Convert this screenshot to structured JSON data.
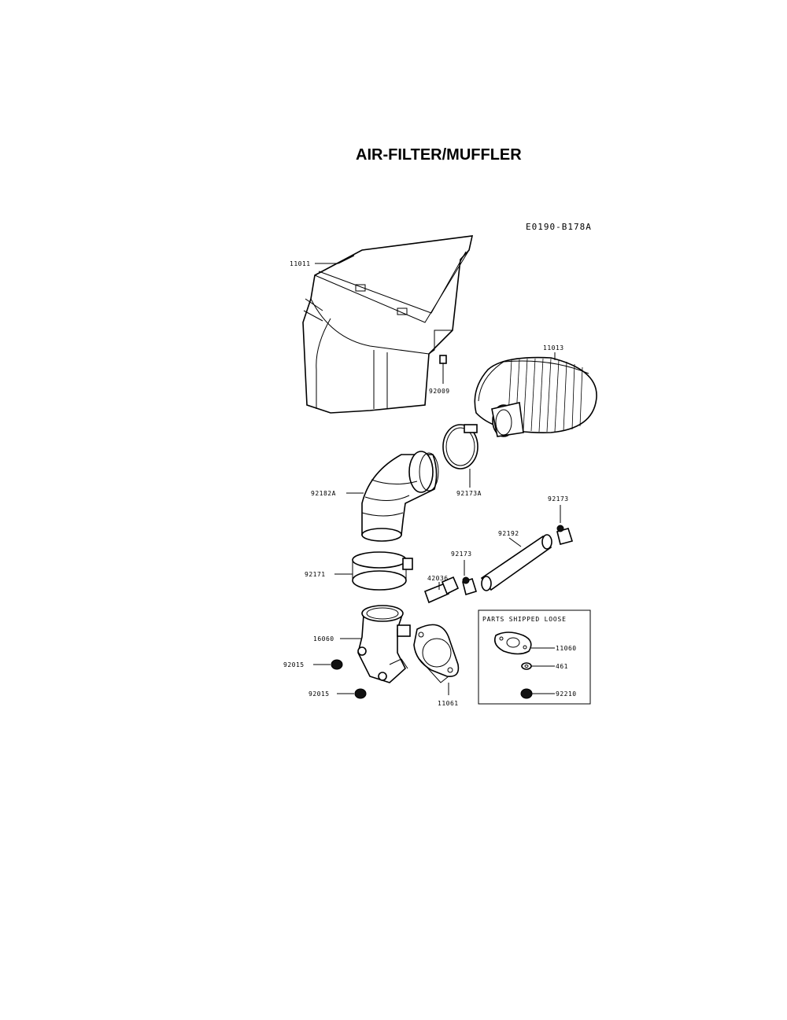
{
  "title": "AIR-FILTER/MUFFLER",
  "diagram_code": "E0190-B178A",
  "box_title": "PARTS SHIPPED LOOSE",
  "colors": {
    "ink": "#000000",
    "paper": "#ffffff"
  },
  "parts": [
    {
      "id": "11011"
    },
    {
      "id": "11013"
    },
    {
      "id": "92009"
    },
    {
      "id": "92173A"
    },
    {
      "id": "92182A"
    },
    {
      "id": "92173"
    },
    {
      "id": "92192"
    },
    {
      "id": "92173"
    },
    {
      "id": "42036"
    },
    {
      "id": "92171"
    },
    {
      "id": "16060"
    },
    {
      "id": "92015"
    },
    {
      "id": "92015"
    },
    {
      "id": "11061"
    }
  ],
  "loose_parts": [
    {
      "id": "11060"
    },
    {
      "id": "461"
    },
    {
      "id": "92210"
    }
  ]
}
